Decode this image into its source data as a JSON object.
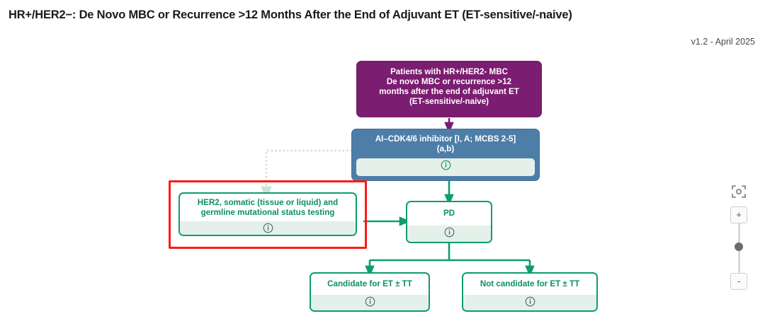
{
  "header": {
    "title": "HR+/HER2−: De Novo MBC or Recurrence >12 Months After the End of Adjuvant ET (ET-sensitive/-naive)",
    "version": "v1.2 - April 2025"
  },
  "colors": {
    "purple": "#7b1d70",
    "blue": "#4d7ea8",
    "green": "#0f9d6e",
    "green_text": "#0b8f63",
    "info_strip": "#e4f0ea",
    "selection_red": "#ff1a14",
    "dotted_connector": "#c9e3d8",
    "page_background": "#ffffff"
  },
  "flowchart": {
    "nodes": [
      {
        "id": "patients",
        "label": "Patients with HR+/HER2- MBC\nDe novo MBC or recurrence >12\nmonths after the end of adjuvant ET\n(ET-sensitive/-naive)",
        "style": "purple",
        "has_info_icon": false
      },
      {
        "id": "ai-cdk46",
        "label": "AI–CDK4/6 inhibitor [I, A; MCBS 2-5]\n(a,b)",
        "style": "blue",
        "has_info_icon": true,
        "info_icon": "info-icon"
      },
      {
        "id": "her2-testing",
        "label": "HER2, somatic (tissue or liquid) and\ngermline mutational status testing",
        "style": "green",
        "has_info_icon": true,
        "info_icon": "info-icon",
        "selected": true
      },
      {
        "id": "pd",
        "label": "PD",
        "style": "green",
        "has_info_icon": true,
        "info_icon": "info-icon"
      },
      {
        "id": "candidate-et-tt",
        "label": "Candidate for ET ± TT",
        "style": "green",
        "has_info_icon": true,
        "info_icon": "info-icon"
      },
      {
        "id": "not-candidate-et-tt",
        "label": "Not candidate for ET ± TT",
        "style": "green",
        "has_info_icon": true,
        "info_icon": "info-icon"
      }
    ],
    "edges": [
      {
        "from": "patients",
        "to": "ai-cdk46",
        "style": "solid",
        "color": "#7b1d70"
      },
      {
        "from": "ai-cdk46",
        "to": "her2-testing",
        "style": "dotted",
        "color": "#c9e3d8"
      },
      {
        "from": "ai-cdk46",
        "to": "pd",
        "style": "solid",
        "color": "#0f9d6e"
      },
      {
        "from": "her2-testing",
        "to": "pd",
        "style": "solid",
        "color": "#0f9d6e"
      },
      {
        "from": "pd",
        "to": "candidate-et-tt",
        "style": "solid",
        "color": "#0f9d6e"
      },
      {
        "from": "pd",
        "to": "not-candidate-et-tt",
        "style": "solid",
        "color": "#0f9d6e"
      }
    ]
  },
  "controls": {
    "focus_label": "focus-frame-icon",
    "zoom_in_label": "+",
    "zoom_out_label": "-"
  }
}
